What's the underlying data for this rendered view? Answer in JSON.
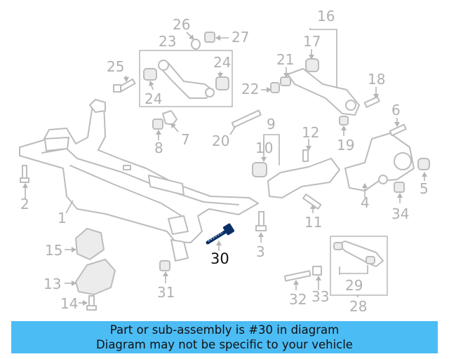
{
  "diagram": {
    "highlighted_part": "30",
    "part_numbers": {
      "p1": "1",
      "p2": "2",
      "p3": "3",
      "p4": "4",
      "p5": "5",
      "p6": "6",
      "p7": "7",
      "p8": "8",
      "p9": "9",
      "p10": "10",
      "p11": "11",
      "p12": "12",
      "p13": "13",
      "p14": "14",
      "p15": "15",
      "p16": "16",
      "p17": "17",
      "p18": "18",
      "p19": "19",
      "p20": "20",
      "p21": "21",
      "p22": "22",
      "p23": "23",
      "p24a": "24",
      "p24b": "24",
      "p25": "25",
      "p26": "26",
      "p27": "27",
      "p28": "28",
      "p29": "29",
      "p30": "30",
      "p31": "31",
      "p32": "32",
      "p33": "33",
      "p34": "34"
    },
    "colors": {
      "line": "#bcbcbc",
      "highlight_part": "#0a2f66",
      "highlight_label": "#111111",
      "banner": "#4cbcf4"
    }
  },
  "banner": {
    "line1": "Part or sub-assembly is #30 in diagram",
    "line2": "Diagram may not be specific to your vehicle"
  }
}
